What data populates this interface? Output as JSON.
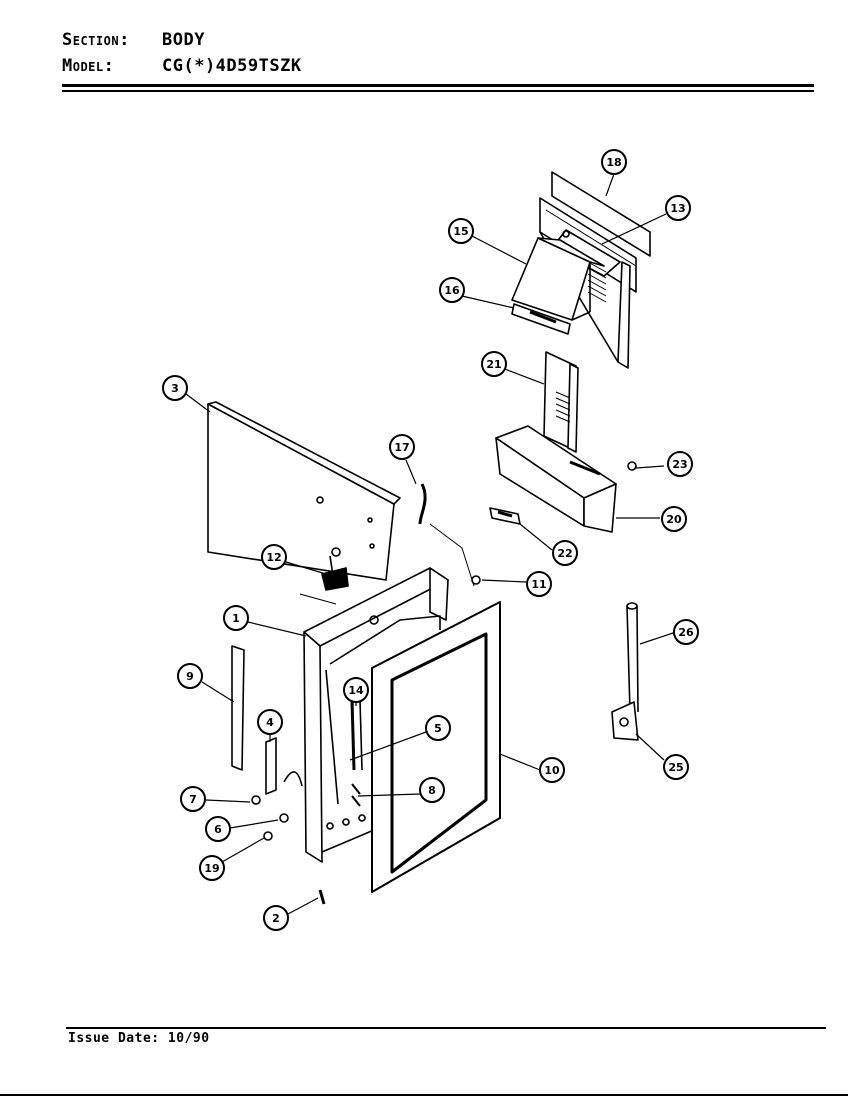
{
  "header": {
    "section_label": "Section:",
    "section_value": "BODY",
    "model_label": "Model:",
    "model_value": "CG(*)4D59TSZK"
  },
  "footer": {
    "issue_date": "Issue Date: 10/90"
  },
  "callouts": [
    "1",
    "2",
    "3",
    "4",
    "5",
    "6",
    "7",
    "8",
    "9",
    "10",
    "11",
    "12",
    "13",
    "14",
    "15",
    "16",
    "17",
    "18",
    "19",
    "20",
    "21",
    "22",
    "23",
    "25",
    "26"
  ]
}
